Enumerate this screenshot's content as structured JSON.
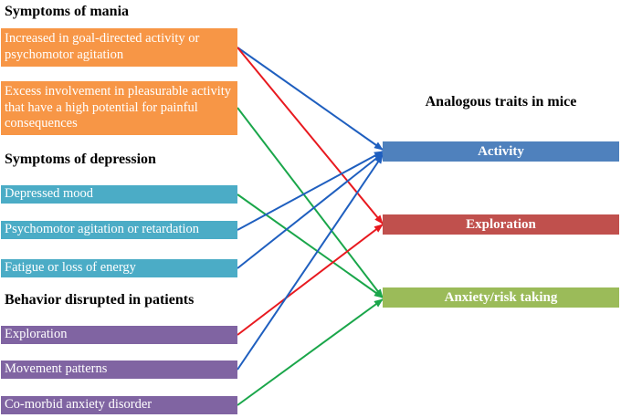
{
  "left": {
    "mania_heading": "Symptoms of mania",
    "mania_items": [
      "Increased in goal-directed activity or psychomotor agitation",
      "Excess involvement in pleasurable activity that have a high potential for painful consequences"
    ],
    "depression_heading": "Symptoms of depression",
    "depression_items": [
      "Depressed mood",
      "Psychomotor agitation or retardation",
      "Fatigue or loss of energy"
    ],
    "behavior_heading": "Behavior disrupted in patients",
    "behavior_items": [
      "Exploration",
      "Movement patterns",
      "Co-morbid anxiety disorder"
    ]
  },
  "right": {
    "title": "Analogous traits in mice",
    "traits": [
      "Activity",
      "Exploration",
      "Anxiety/risk taking"
    ]
  },
  "connections": [
    {
      "from": "Increased in goal-directed activity or psychomotor agitation",
      "to": "Activity",
      "color": "#1f5fbf"
    },
    {
      "from": "Increased in goal-directed activity or psychomotor agitation",
      "to": "Exploration",
      "color": "#e8191f"
    },
    {
      "from": "Excess involvement in pleasurable activity that have a high potential for painful consequences",
      "to": "Anxiety/risk taking",
      "color": "#1aa64a"
    },
    {
      "from": "Depressed mood",
      "to": "Anxiety/risk taking",
      "color": "#1aa64a"
    },
    {
      "from": "Psychomotor agitation or retardation",
      "to": "Activity",
      "color": "#1f5fbf"
    },
    {
      "from": "Fatigue or loss of energy",
      "to": "Activity",
      "color": "#1f5fbf"
    },
    {
      "from": "Exploration",
      "to": "Exploration",
      "color": "#e8191f"
    },
    {
      "from": "Movement patterns",
      "to": "Activity",
      "color": "#1f5fbf"
    },
    {
      "from": "Co-morbid anxiety disorder",
      "to": "Anxiety/risk taking",
      "color": "#1aa64a"
    }
  ],
  "colors": {
    "mania_box": "#f79646",
    "depression_box": "#4bacc6",
    "behavior_box": "#8064a2",
    "activity": "#4f81bd",
    "exploration": "#c0504d",
    "anxiety": "#9bbb59"
  }
}
